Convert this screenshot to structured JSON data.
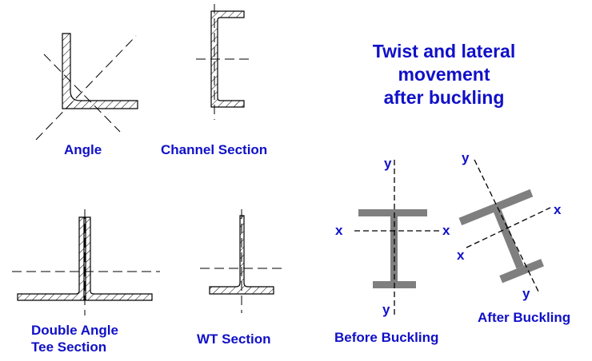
{
  "sections": {
    "angle": "Angle",
    "channel": "Channel Section",
    "double_angle_line1": "Double Angle",
    "double_angle_line2": "Tee Section",
    "wt": "WT Section"
  },
  "title": {
    "line1": "Twist and lateral",
    "line2": "movement",
    "line3": "after buckling"
  },
  "buckling": {
    "before_label": "Before Buckling",
    "after_label": "After Buckling",
    "axis_x": "x",
    "axis_y": "y"
  },
  "colors": {
    "label_blue": "#1010c8",
    "beam_gray": "#7f7f7f",
    "line_black": "#000000"
  }
}
